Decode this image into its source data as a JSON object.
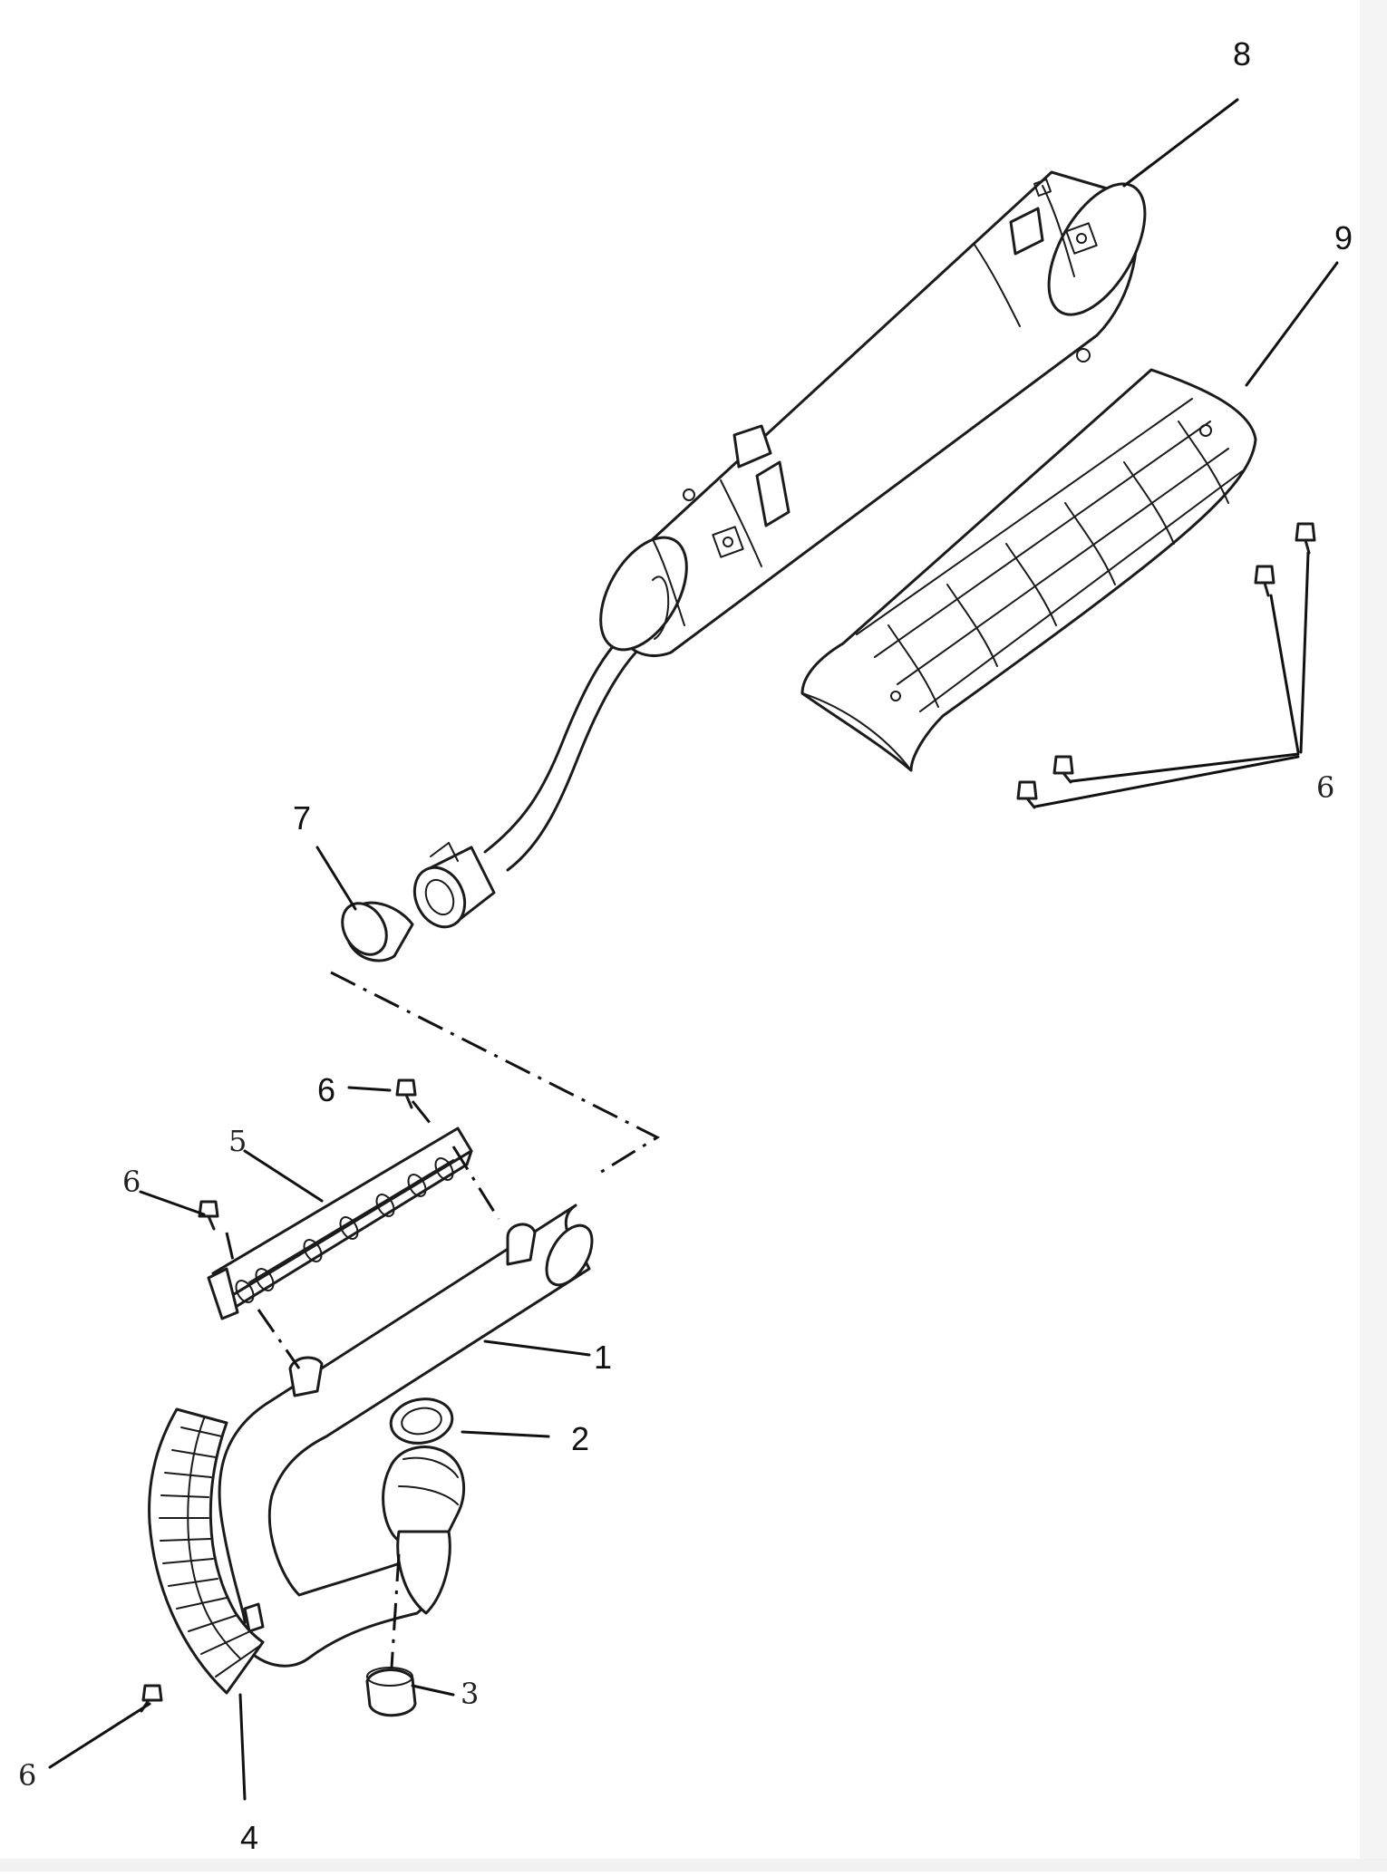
{
  "diagram": {
    "callouts": {
      "c1": "1",
      "c2": "2",
      "c3": "3",
      "c4": "4",
      "c5": "5",
      "c6_lower_left": "6",
      "c6_shield_left": "6",
      "c6_shield_top": "6",
      "c6_right": "6",
      "c7": "7",
      "c8": "8",
      "c9": "9"
    }
  }
}
